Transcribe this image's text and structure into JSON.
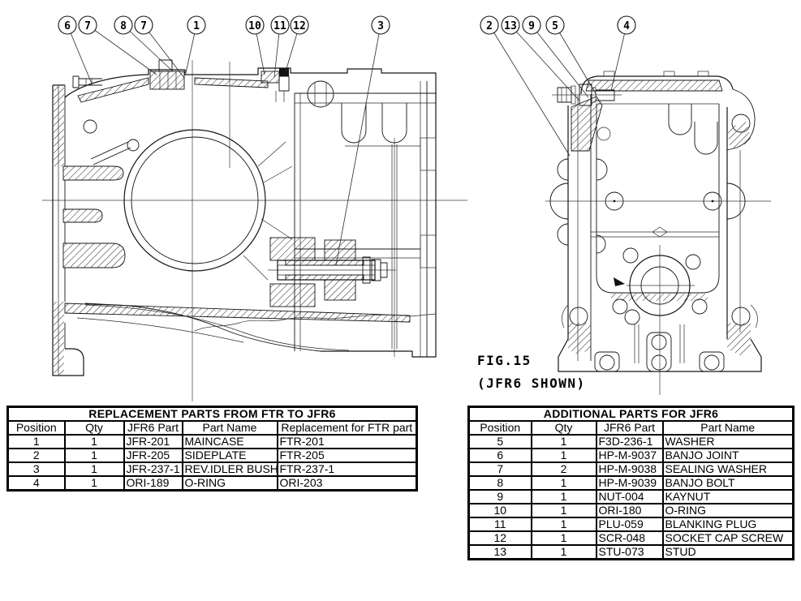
{
  "figure": {
    "label": "FIG.15",
    "caption": "(JFR6 SHOWN)"
  },
  "callouts": {
    "left": [
      "6",
      "7",
      "8",
      "7",
      "1",
      "10",
      "11",
      "12",
      "3"
    ],
    "right": [
      "2",
      "13",
      "9",
      "5",
      "4"
    ]
  },
  "replacement_table": {
    "title": "REPLACEMENT PARTS FROM FTR TO JFR6",
    "headers": [
      "Position",
      "Qty",
      "JFR6 Part",
      "Part Name",
      "Replacement for FTR part"
    ],
    "rows": [
      [
        "1",
        "1",
        "JFR-201",
        "MAINCASE",
        "FTR-201"
      ],
      [
        "2",
        "1",
        "JFR-205",
        "SIDEPLATE",
        "FTR-205"
      ],
      [
        "3",
        "1",
        "JFR-237-1",
        "REV.IDLER BUSH",
        "FTR-237-1"
      ],
      [
        "4",
        "1",
        "ORI-189",
        "O-RING",
        "ORI-203"
      ]
    ]
  },
  "additional_table": {
    "title": "ADDITIONAL PARTS FOR JFR6",
    "headers": [
      "Position",
      "Qty",
      "JFR6 Part",
      "Part Name"
    ],
    "rows": [
      [
        "5",
        "1",
        "F3D-236-1",
        "WASHER"
      ],
      [
        "6",
        "1",
        "HP-M-9037",
        "BANJO JOINT"
      ],
      [
        "7",
        "2",
        "HP-M-9038",
        "SEALING WASHER"
      ],
      [
        "8",
        "1",
        "HP-M-9039",
        "BANJO BOLT"
      ],
      [
        "9",
        "1",
        "NUT-004",
        "KAYNUT"
      ],
      [
        "10",
        "1",
        "ORI-180",
        "O-RING"
      ],
      [
        "11",
        "1",
        "PLU-059",
        "BLANKING PLUG"
      ],
      [
        "12",
        "1",
        "SCR-048",
        "SOCKET CAP SCREW"
      ],
      [
        "13",
        "1",
        "STU-073",
        "STUD"
      ]
    ]
  },
  "colors": {
    "line": "#141414",
    "background": "#ffffff"
  }
}
